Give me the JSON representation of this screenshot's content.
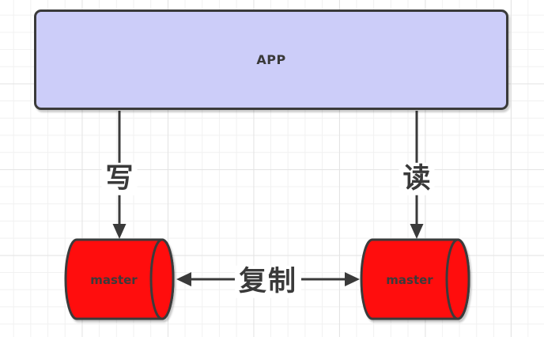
{
  "diagram": {
    "app_node": {
      "label": "APP"
    },
    "master_left": {
      "label": "master"
    },
    "master_right": {
      "label": "master"
    },
    "edges": {
      "write": {
        "label": "写"
      },
      "read": {
        "label": "读"
      },
      "replicate": {
        "label": "复制"
      }
    },
    "colors": {
      "canvas_bg": "#ffffff",
      "grid_minor": "#f1f1f1",
      "grid_major": "#e4e4e4",
      "app_fill": "#cccdf9",
      "db_fill": "#ff0d0d",
      "stroke": "#3a3a3a"
    }
  }
}
